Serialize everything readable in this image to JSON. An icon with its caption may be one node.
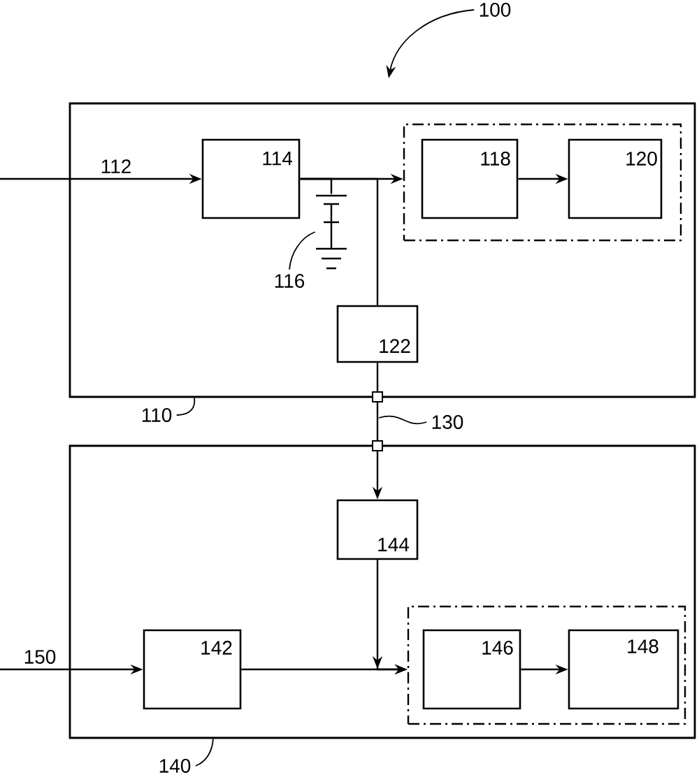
{
  "diagram": {
    "nodes": [
      {
        "text": [
          "100"
        ]
      },
      {
        "text": [],
        "shape": "box"
      },
      {
        "text": [
          "114"
        ],
        "in": 1
      },
      {
        "text": [],
        "shape": "box",
        "in": 1
      },
      {
        "text": [
          "118"
        ],
        "in": 3
      },
      {
        "text": [
          "120"
        ],
        "in": 3
      },
      {
        "text": [],
        "shape": "battery",
        "in": 1
      },
      {
        "text": [
          "116"
        ],
        "in": 1
      },
      {
        "text": [
          "122"
        ],
        "in": 1
      },
      {
        "text": [
          "110"
        ]
      },
      {
        "text": [
          "130"
        ]
      },
      {
        "text": [],
        "shape": "box"
      },
      {
        "text": [
          "144"
        ],
        "in": 11
      },
      {
        "text": [
          "142"
        ],
        "in": 11
      },
      {
        "text": [],
        "shape": "box",
        "in": 11
      },
      {
        "text": [
          "146"
        ],
        "in": 14
      },
      {
        "text": [
          "148"
        ],
        "in": 14
      },
      {
        "text": [
          "140"
        ]
      }
    ],
    "edges": [
      {
        "from": null,
        "to": 2,
        "arrow": "to",
        "label": "112"
      },
      {
        "from": 2,
        "to": 3,
        "arrow": "to"
      },
      {
        "from": 2,
        "to": 6,
        "arrow": "none"
      },
      {
        "from": 2,
        "to": 8,
        "arrow": "none"
      },
      {
        "from": 4,
        "to": 5,
        "arrow": "to"
      },
      {
        "from": 8,
        "to": 12,
        "arrow": "to"
      },
      {
        "from": 0,
        "to": null,
        "arrow": "to"
      },
      {
        "from": 7,
        "to": 6,
        "arrow": "none"
      },
      {
        "from": 9,
        "to": 1,
        "arrow": "none"
      },
      {
        "from": 10,
        "to": null,
        "arrow": "none"
      },
      {
        "from": null,
        "to": 13,
        "arrow": "to",
        "label": "150"
      },
      {
        "from": 13,
        "to": 14,
        "arrow": "to"
      },
      {
        "from": 12,
        "to": 14,
        "arrow": "to"
      },
      {
        "from": 15,
        "to": 16,
        "arrow": "to"
      },
      {
        "from": 17,
        "to": 11,
        "arrow": "none"
      }
    ]
  }
}
